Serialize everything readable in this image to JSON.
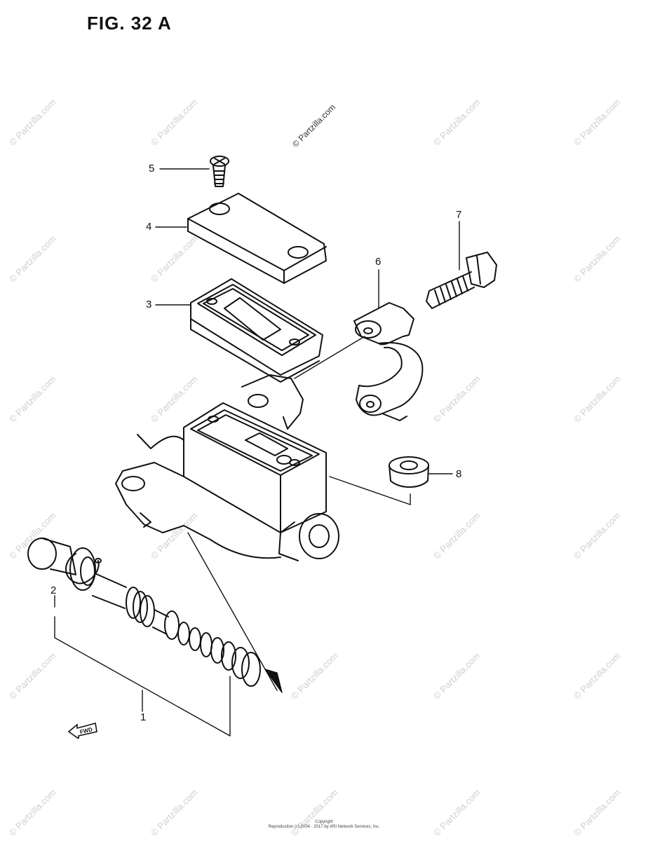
{
  "figure": {
    "title": "FIG. 32 A"
  },
  "callouts": [
    {
      "id": "1",
      "label": "1"
    },
    {
      "id": "2",
      "label": "2"
    },
    {
      "id": "3",
      "label": "3"
    },
    {
      "id": "4",
      "label": "4"
    },
    {
      "id": "5",
      "label": "5"
    },
    {
      "id": "6",
      "label": "6"
    },
    {
      "id": "7",
      "label": "7"
    },
    {
      "id": "8",
      "label": "8"
    }
  ],
  "watermark": {
    "text": "© Partzilla.com"
  },
  "fwd_marker": {
    "label": "FWD",
    "icon": "arrow-left-icon"
  },
  "footer": {
    "line1": "Copyright",
    "line2": "Reproduction (c) 2004 - 2017 by ARI Network Services, Inc."
  },
  "colors": {
    "ink": "#111111",
    "watermark": "#cfcfcf"
  }
}
